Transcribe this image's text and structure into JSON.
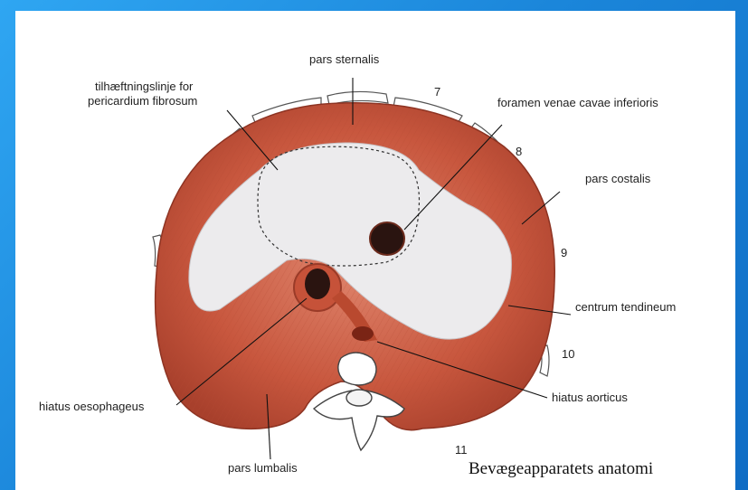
{
  "labels": {
    "pars_sternalis": "pars sternalis",
    "attachment_line": [
      "tilhæftningslinje for",
      "pericardium fibrosum"
    ],
    "foramen_venae_cavae": "foramen venae cavae inferioris",
    "pars_costalis": "pars costalis",
    "centrum_tendineum": "centrum tendineum",
    "hiatus_oesophageus": "hiatus oesophageus",
    "hiatus_aorticus": "hiatus aorticus",
    "pars_lumbalis": "pars lumbalis"
  },
  "rib_numbers": [
    "7",
    "8",
    "9",
    "10",
    "11"
  ],
  "caption": "Bevægeapparatets anatomi",
  "colors": {
    "frame_blue": "#1b86da",
    "muscle": "#c0513a",
    "tendon": "#ecebed",
    "foramen": "#2a1410",
    "bone": "#ffffff"
  }
}
